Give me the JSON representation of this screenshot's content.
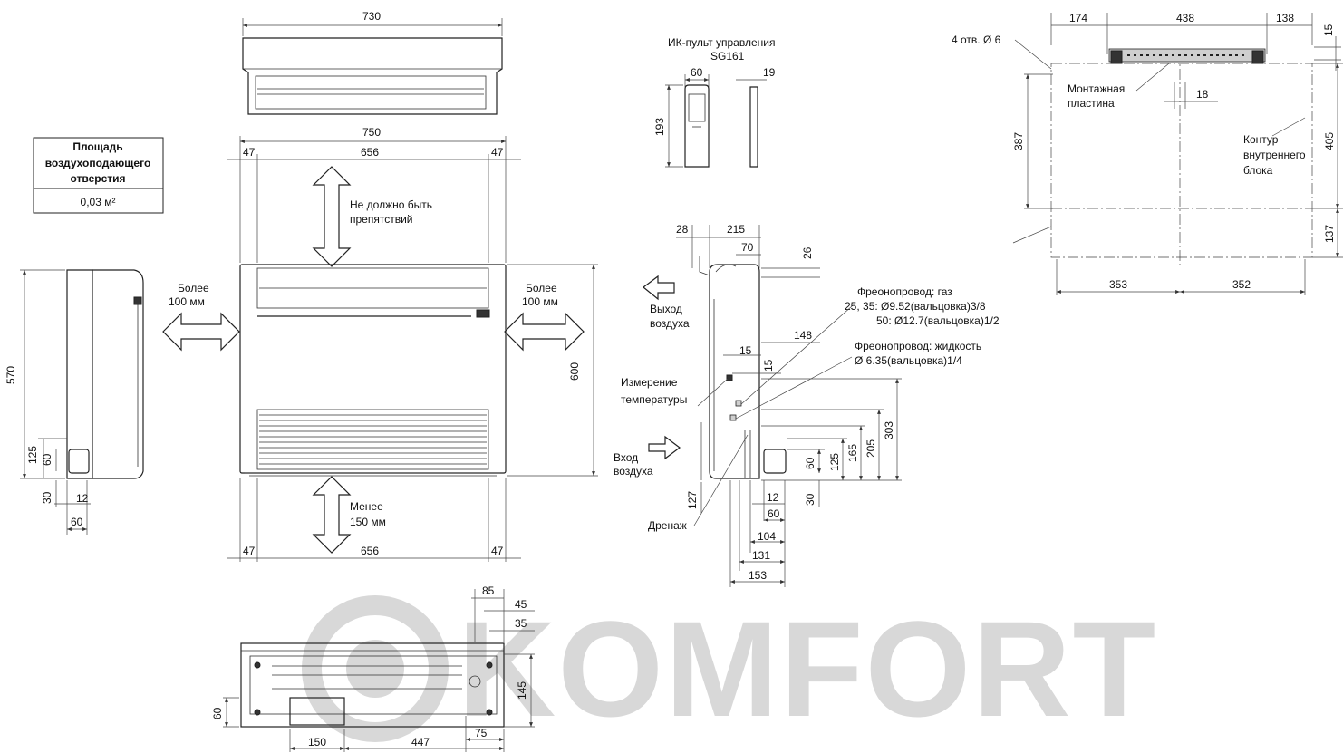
{
  "watermark": {
    "text": "KOMFORT",
    "color": "#d8d8d8"
  },
  "airflow_box": {
    "title_lines": [
      "Площадь",
      "воздухоподающего",
      "отверстия"
    ],
    "value": "0,03 м²"
  },
  "top_view": {
    "width": "730"
  },
  "front_view": {
    "overall_width": "750",
    "margin_left": "47",
    "inner_width": "656",
    "margin_right": "47",
    "height": "600",
    "clearance_top_lines": [
      "Не должно быть",
      "препятствий"
    ],
    "clearance_left_lines": [
      "Более",
      "100 мм"
    ],
    "clearance_right_lines": [
      "Более",
      "100 мм"
    ],
    "clearance_bottom_lines": [
      "Менее",
      "150 мм"
    ],
    "bottom_margin_left": "47",
    "bottom_inner_width": "656",
    "bottom_margin_right": "47"
  },
  "left_side": {
    "height": "570",
    "dims": [
      "125",
      "60",
      "30",
      "12",
      "60"
    ]
  },
  "remote": {
    "title_lines": [
      "ИК-пульт управления",
      "SG161"
    ],
    "width": "60",
    "depth": "19",
    "height": "193"
  },
  "right_side": {
    "top_left": "28",
    "top_width": "215",
    "top_70": "70",
    "top_26": "26",
    "air_out_lines": [
      "Выход",
      "воздуха"
    ],
    "air_in_lines": [
      "Вход",
      "воздуха"
    ],
    "temp_lines": [
      "Измерение",
      "температуры"
    ],
    "drain": "Дренаж",
    "gas_lines": [
      "Фреонопровод: газ",
      "25, 35: Ø9.52(вальцовка)3/8",
      "50: Ø12.7(вальцовка)1/2"
    ],
    "liquid_lines": [
      "Фреонопровод: жидкость",
      "Ø 6.35(вальцовка)1/4"
    ],
    "dims": {
      "d148": "148",
      "d15a": "15",
      "d15b": "15",
      "d303": "303",
      "d205": "205",
      "d165": "165",
      "d125": "125",
      "d60": "60",
      "d30": "30",
      "d127": "127",
      "d12": "12",
      "d60b": "60",
      "d104": "104",
      "d131": "131",
      "d153": "153"
    }
  },
  "bottom_view": {
    "dims": {
      "d85": "85",
      "d45": "45",
      "d35": "35",
      "d145": "145",
      "d60": "60",
      "d75": "75",
      "d150": "150",
      "d447": "447"
    }
  },
  "mount_plate": {
    "holes": "4 отв. Ø 6",
    "plate_lines": [
      "Монтажная",
      "пластина"
    ],
    "outline_lines": [
      "Контур",
      "внутреннего",
      "блока"
    ],
    "dims": {
      "d174": "174",
      "d438": "438",
      "d138": "138",
      "d15": "15",
      "d18": "18",
      "d387": "387",
      "d405": "405",
      "d137": "137",
      "d353": "353",
      "d352": "352"
    }
  }
}
